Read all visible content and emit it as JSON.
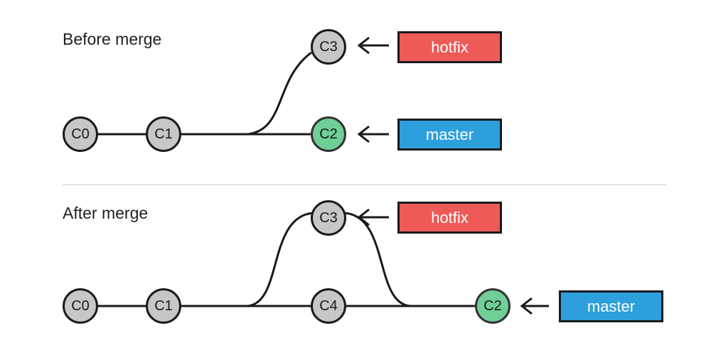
{
  "colors": {
    "background": "#ffffff",
    "commit_fill": "#c7c7c7",
    "commit_highlight_fill": "#6fcf97",
    "hotfix_fill": "#ec5b57",
    "master_fill": "#2d9fdd",
    "stroke": "#1a1a1a",
    "divider": "#e2e2e2",
    "title_color": "#212121",
    "branch_label_color": "#ffffff"
  },
  "before": {
    "title": "Before merge",
    "commits": {
      "c0": "C0",
      "c1": "C1",
      "c2": "C2",
      "c3": "C3"
    },
    "branches": {
      "hotfix": "hotfix",
      "master": "master"
    }
  },
  "after": {
    "title": "After merge",
    "commits": {
      "c0": "C0",
      "c1": "C1",
      "c3": "C3",
      "c4": "C4",
      "c2": "C2"
    },
    "branches": {
      "hotfix": "hotfix",
      "master": "master"
    }
  }
}
